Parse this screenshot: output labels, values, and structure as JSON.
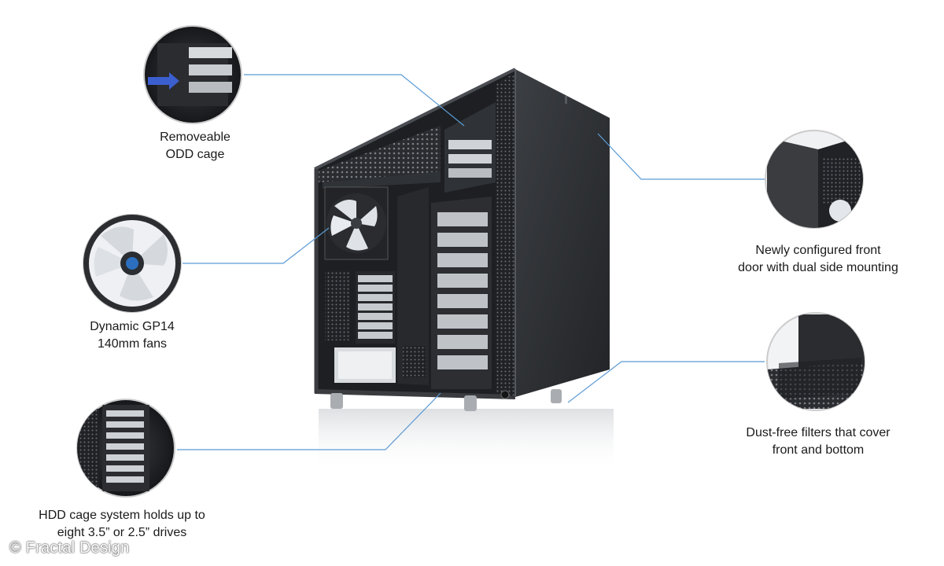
{
  "callouts": {
    "odd_cage": "Removeable\nODD cage",
    "fans": "Dynamic GP14\n140mm fans",
    "hdd": "HDD cage system holds up to\neight 3.5” or 2.5” drives",
    "front_door": "Newly configured front\ndoor with dual side mounting",
    "filters": "Dust-free filters that cover\nfront and bottom"
  },
  "credit": "© Fractal Design",
  "colors": {
    "leader_line": "#5b9bd5",
    "case_body": "#2b2d30",
    "fan_blade": "#dfe3e8"
  }
}
